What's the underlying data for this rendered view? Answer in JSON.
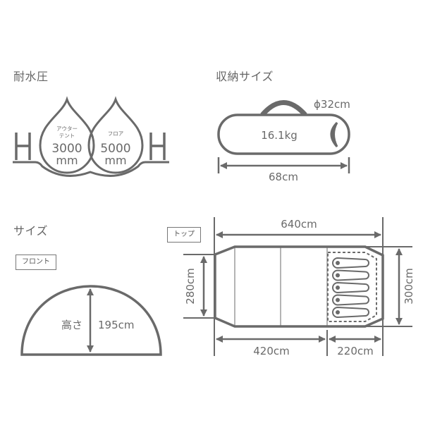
{
  "colors": {
    "stroke": "#6a6a6a",
    "text": "#666666",
    "background": "#ffffff"
  },
  "water_pressure": {
    "title": "耐水圧",
    "h_left": "H",
    "h_right": "H",
    "outer_tent": {
      "label_line1": "アウター",
      "label_line2": "テント",
      "value": "3000",
      "unit": "mm"
    },
    "floor": {
      "label": "フロア",
      "value": "5000",
      "unit": "mm"
    }
  },
  "storage_size": {
    "title": "収納サイズ",
    "diameter": "ϕ32cm",
    "weight": "16.1kg",
    "length": "68cm"
  },
  "size": {
    "title": "サイズ",
    "front": {
      "tag": "フロント",
      "height_label": "高さ",
      "height_value": "195cm"
    },
    "top": {
      "tag": "トップ",
      "total_length": "640cm",
      "front_width": "280cm",
      "rear_width": "300cm",
      "living_length": "420cm",
      "inner_length": "220cm",
      "sleeping_bags": 5
    }
  }
}
